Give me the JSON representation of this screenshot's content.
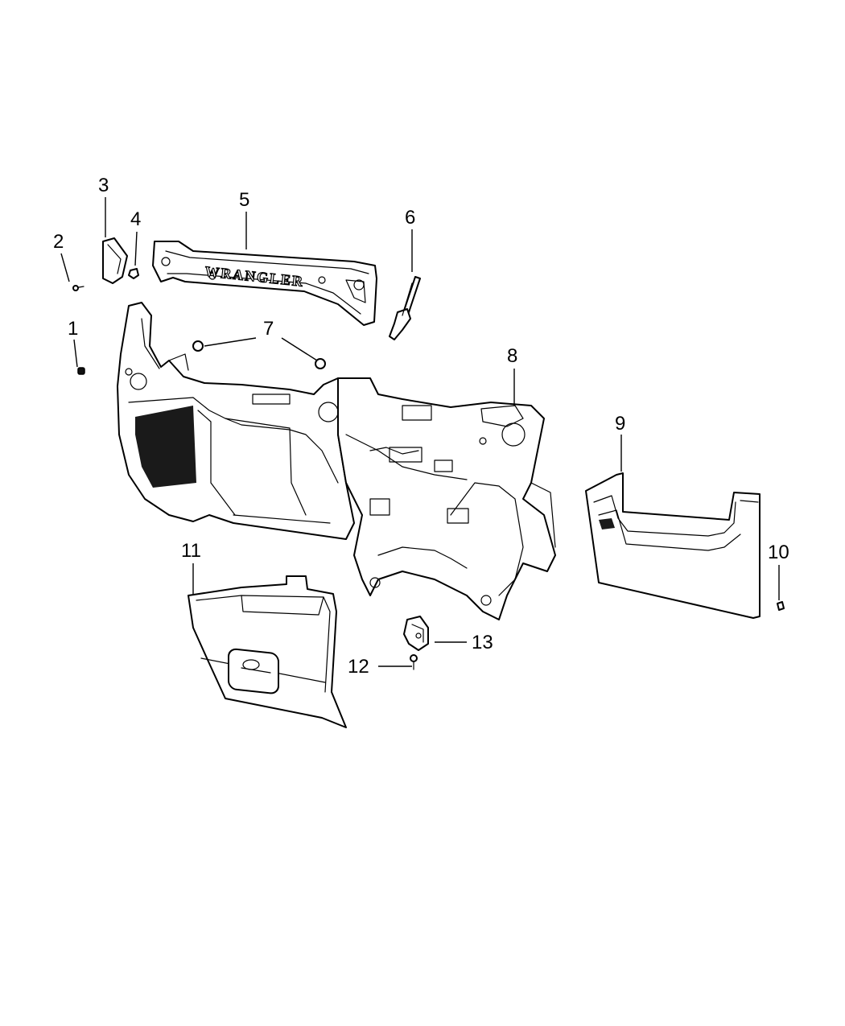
{
  "diagram": {
    "callouts": [
      {
        "id": "1",
        "label": "1"
      },
      {
        "id": "2",
        "label": "2"
      },
      {
        "id": "3",
        "label": "3"
      },
      {
        "id": "4",
        "label": "4"
      },
      {
        "id": "5",
        "label": "5"
      },
      {
        "id": "6",
        "label": "6"
      },
      {
        "id": "7",
        "label": "7"
      },
      {
        "id": "8",
        "label": "8"
      },
      {
        "id": "9",
        "label": "9"
      },
      {
        "id": "10",
        "label": "10"
      },
      {
        "id": "11",
        "label": "11"
      },
      {
        "id": "12",
        "label": "12"
      },
      {
        "id": "13",
        "label": "13"
      }
    ],
    "bezel_emboss_text": "WRANGLER"
  }
}
